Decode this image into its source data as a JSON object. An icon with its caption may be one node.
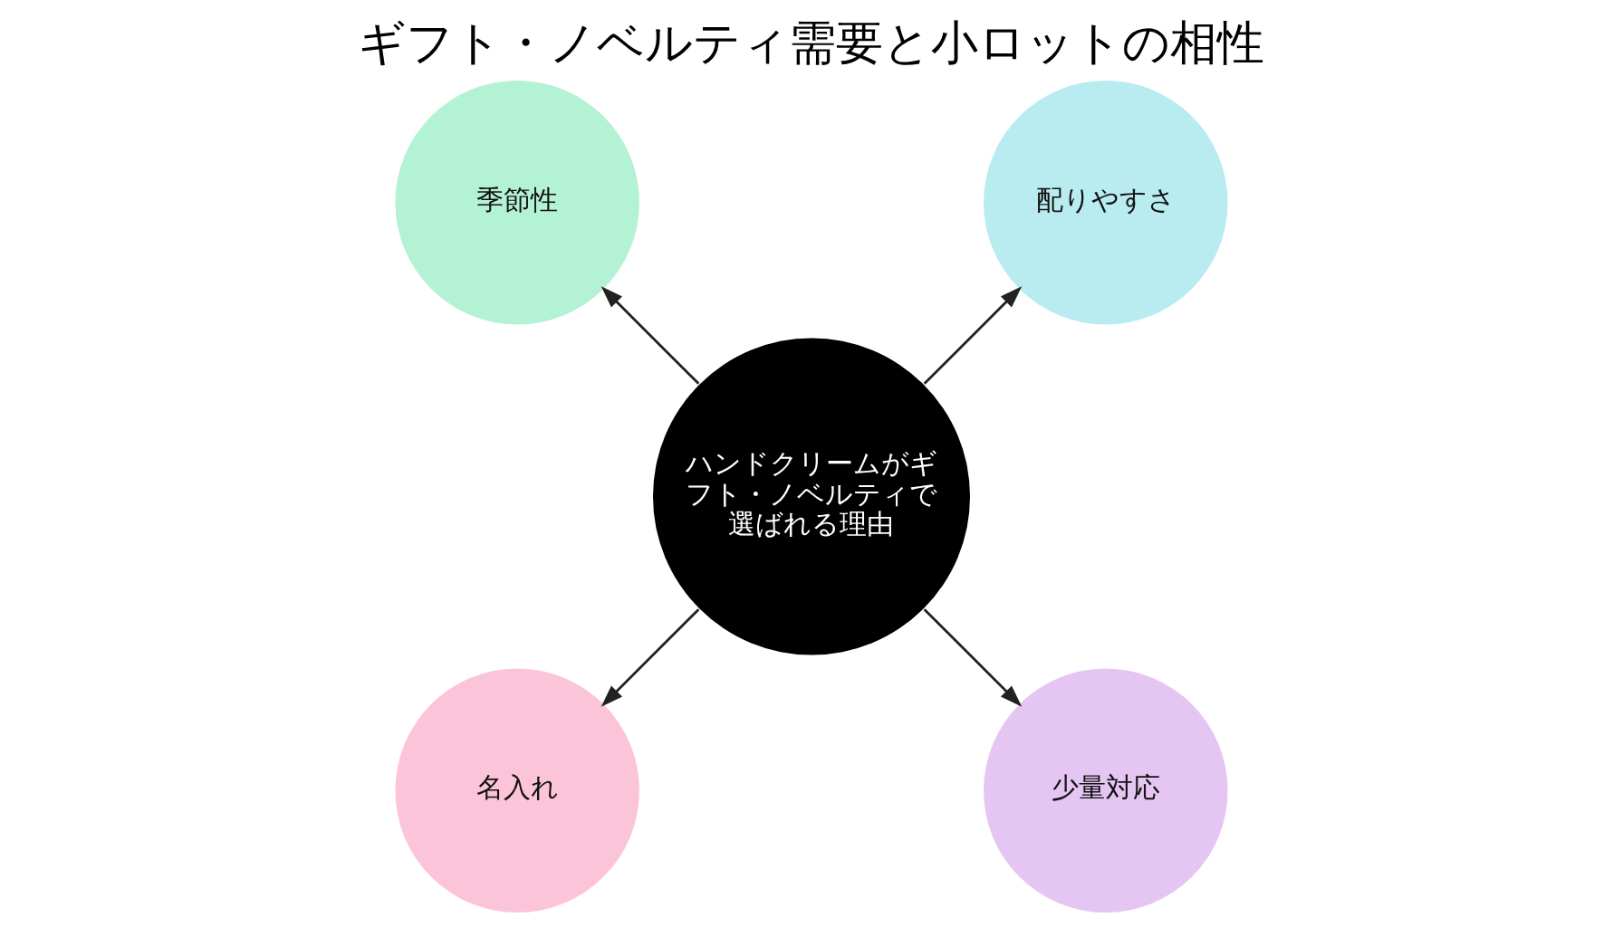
{
  "diagram": {
    "title": "ギフト・ノベルティ需要と小ロットの相性",
    "nodes": [
      {
        "text": [
          "ハンドクリームがギフト・ノベルティで選ばれる理由"
        ]
      },
      {
        "text": [
          "配りやすさ"
        ]
      },
      {
        "text": [
          "季節性"
        ]
      },
      {
        "text": [
          "名入れ"
        ]
      },
      {
        "text": [
          "少量対応"
        ]
      }
    ],
    "edges": [
      {
        "from": 0,
        "to": 1,
        "arrow": "to"
      },
      {
        "from": 0,
        "to": 2,
        "arrow": "to"
      },
      {
        "from": 0,
        "to": 3,
        "arrow": "to"
      },
      {
        "from": 0,
        "to": 4,
        "arrow": "to"
      }
    ]
  }
}
